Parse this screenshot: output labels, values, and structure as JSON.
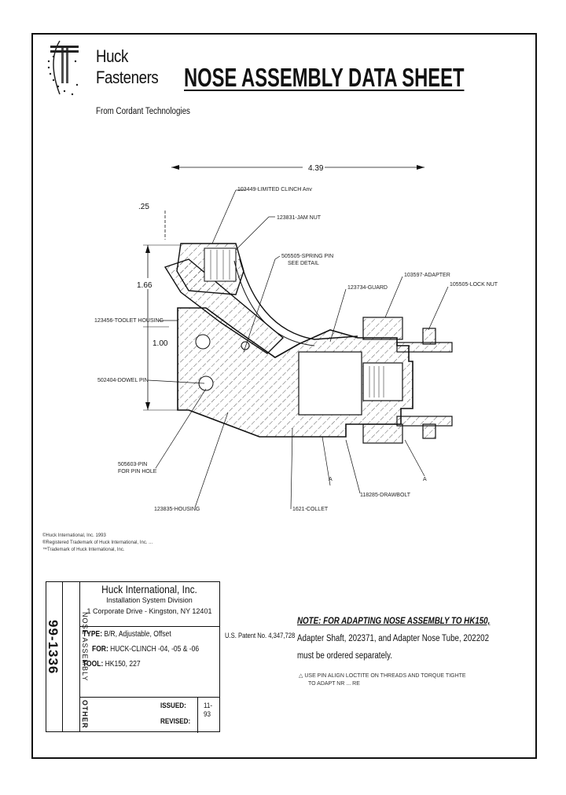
{
  "header": {
    "company_line1": "Huck",
    "company_line2": "Fasteners",
    "from": "From Cordant Technologies",
    "title": "NOSE ASSEMBLY DATA SHEET"
  },
  "drawing": {
    "overall_dim": "4.39",
    "dim_top": ".25",
    "dim_mid": "1.66",
    "dim_low": "1.00",
    "labels": {
      "anvil": "103449-LIMITED CLINCH Anv",
      "jam_nut": "123831-JAM NUT",
      "spring_pin": "505505-SPRING PIN",
      "spring_pin2": "SEE DETAIL",
      "guard": "123734-GUARD",
      "adapter": "103597-ADAPTER",
      "lock_nut": "105505-LOCK NUT",
      "toolet_housing": "123456-TOOLET HOUSING",
      "dowel_pin": "502404-DOWEL PIN",
      "pin": "505603-PIN",
      "pin2": "FOR PIN HOLE",
      "housing": "123835-HOUSING",
      "collet": "1621-COLLET",
      "drawbolt": "118285-DRAWBOLT"
    }
  },
  "trademarks": [
    "©Huck International, Inc. 1993",
    "®Registered Trademark of Huck International, Inc. ...",
    "™Trademark of Huck International, Inc."
  ],
  "title_block": {
    "code": "99-1336",
    "category": "NOSE ASSEMBLY",
    "other": "OTHER",
    "company": "Huck International, Inc.",
    "division": "Installation System Division",
    "address": "1 Corporate Drive - Kingston, NY 12401",
    "type_label": "TYPE:",
    "type_value": "B/R, Adjustable, Offset",
    "for_label": "FOR:",
    "for_value": "HUCK-CLINCH -04, -05 & -06",
    "tool_label": "TOOL:",
    "tool_value": "HK150, 227",
    "issued_label": "ISSUED:",
    "issued_value": "11-93",
    "revised_label": "REVISED:"
  },
  "patent": "U.S. Patent No. 4,347,728",
  "note": {
    "heading": "NOTE:",
    "line1_rest": " FOR ADAPTING NOSE ASSEMBLY TO HK150,",
    "line2": "Adapter Shaft, 202371, and Adapter Nose Tube, 202202",
    "line3": "must be ordered separately."
  },
  "caution": {
    "line1": "USE PIN ALIGN LOCTITE ON THREADS AND TORQUE TIGHTE",
    "line2": "TO ADAPT NR ... RE"
  }
}
